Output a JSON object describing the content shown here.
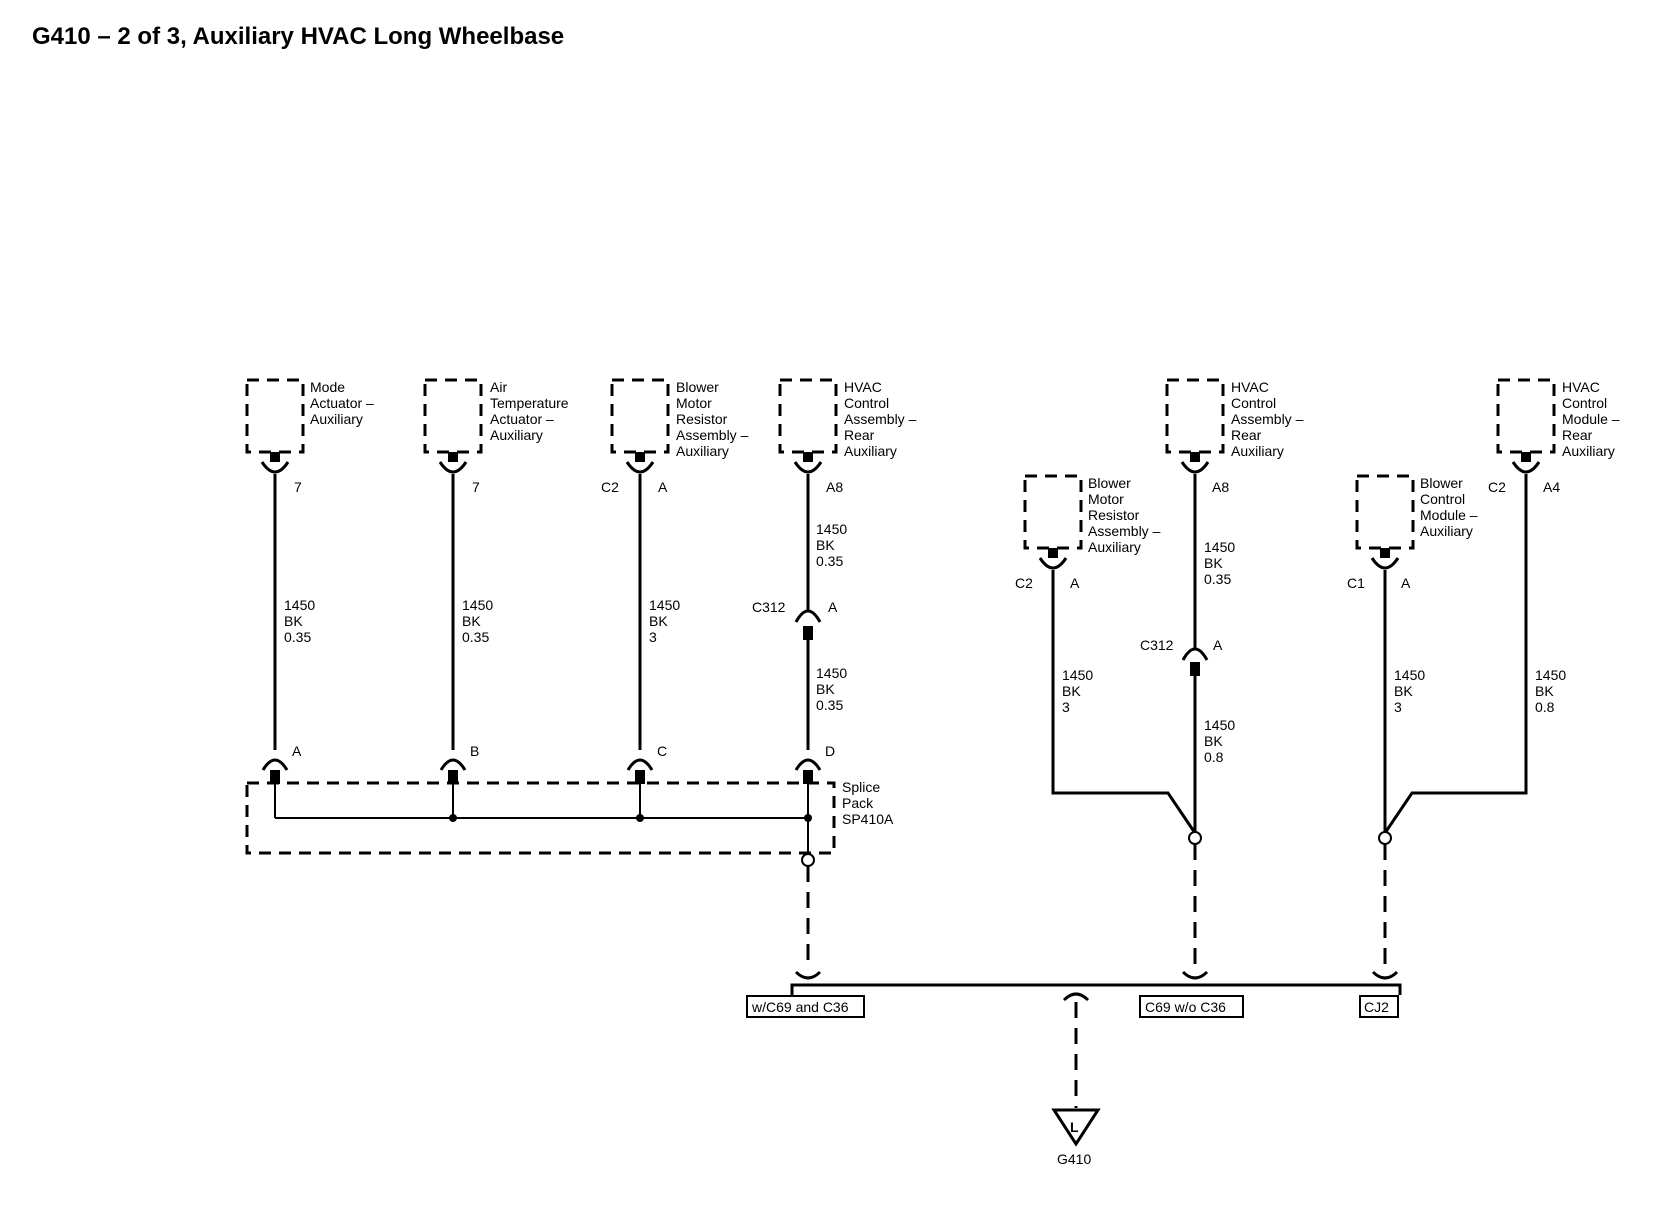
{
  "title": "G410 – 2 of 3, Auxiliary HVAC Long Wheelbase",
  "components": {
    "mode_actuator": [
      "Mode",
      "Actuator –",
      "Auxiliary"
    ],
    "air_temp_actuator": [
      "Air",
      "Temperature",
      "Actuator –",
      "Auxiliary"
    ],
    "blower_resistor_left": [
      "Blower",
      "Motor",
      "Resistor",
      "Assembly –",
      "Auxiliary"
    ],
    "hvac_control_1": [
      "HVAC",
      "Control",
      "Assembly –",
      "Rear",
      "Auxiliary"
    ],
    "hvac_control_2": [
      "HVAC",
      "Control",
      "Assembly –",
      "Rear",
      "Auxiliary"
    ],
    "blower_resistor_right": [
      "Blower",
      "Motor",
      "Resistor",
      "Assembly –",
      "Auxiliary"
    ],
    "hvac_module": [
      "HVAC",
      "Control",
      "Module –",
      "Rear",
      "Auxiliary"
    ],
    "blower_control_module": [
      "Blower",
      "Control",
      "Module –",
      "Auxiliary"
    ]
  },
  "pins": {
    "mode": "7",
    "air_temp": "7",
    "blower_left_conn": "C2",
    "blower_left_pin": "A",
    "hvac1_pin": "A8",
    "hvac2_pin": "A8",
    "blower_right_conn": "C2",
    "blower_right_pin": "A",
    "blower_ctrl_conn": "C1",
    "blower_ctrl_pin": "A",
    "hvac_module_conn": "C2",
    "hvac_module_pin": "A4"
  },
  "wires": {
    "w1": [
      "1450",
      "BK",
      "0.35"
    ],
    "w2": [
      "1450",
      "BK",
      "0.35"
    ],
    "w3": [
      "1450",
      "BK",
      "3"
    ],
    "w4a": [
      "1450",
      "BK",
      "0.35"
    ],
    "w4b": [
      "1450",
      "BK",
      "0.35"
    ],
    "w5": [
      "1450",
      "BK",
      "3"
    ],
    "w6a": [
      "1450",
      "BK",
      "0.35"
    ],
    "w6b": [
      "1450",
      "BK",
      "0.8"
    ],
    "w7": [
      "1450",
      "BK",
      "3"
    ],
    "w8": [
      "1450",
      "BK",
      "0.8"
    ]
  },
  "inline_connectors": {
    "c312_left": "C312",
    "c312_left_pin": "A",
    "c312_right": "C312",
    "c312_right_pin": "A"
  },
  "splice_pins": [
    "A",
    "B",
    "C",
    "D"
  ],
  "splice_pack": [
    "Splice",
    "Pack",
    "SP410A"
  ],
  "options": {
    "opt1": "w/C69 and C36",
    "opt2": "C69 w/o C36",
    "opt3": "CJ2"
  },
  "ground": {
    "symbol": "L",
    "label": "G410"
  }
}
